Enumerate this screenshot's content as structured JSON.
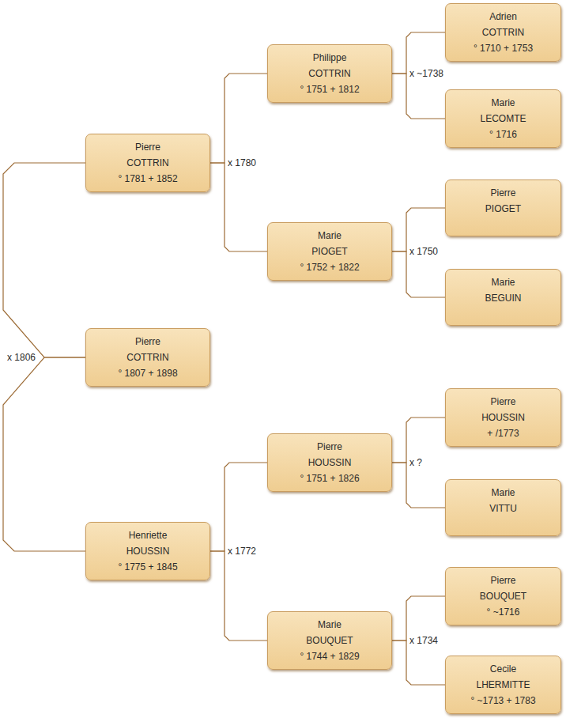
{
  "diagram": {
    "nodes": [
      {
        "text": [
          "Pierre",
          "COTTRIN",
          "° 1781 + 1852"
        ]
      },
      {
        "text": [
          "Philippe",
          "COTTRIN",
          "° 1751 + 1812"
        ]
      },
      {
        "text": [
          "Adrien",
          "COTTRIN",
          "° 1710 + 1753"
        ]
      },
      {
        "text": [
          "Marie",
          "LECOMTE",
          "° 1716"
        ]
      },
      {
        "text": [
          "Marie",
          "PIOGET",
          "° 1752 + 1822"
        ]
      },
      {
        "text": [
          "Pierre",
          "PIOGET"
        ]
      },
      {
        "text": [
          "Marie",
          "BEGUIN"
        ]
      },
      {
        "text": [
          "Pierre",
          "COTTRIN",
          "° 1807 + 1898"
        ]
      },
      {
        "text": [
          "Henriette",
          "HOUSSIN",
          "° 1775 + 1845"
        ]
      },
      {
        "text": [
          "Pierre",
          "HOUSSIN",
          "° 1751 + 1826"
        ]
      },
      {
        "text": [
          "Pierre",
          "HOUSSIN",
          "+ /1773"
        ]
      },
      {
        "text": [
          "Marie",
          "VITTU"
        ]
      },
      {
        "text": [
          "Marie",
          "BOUQUET",
          "° 1744 + 1829"
        ]
      },
      {
        "text": [
          "Pierre",
          "BOUQUET",
          "° ~1716"
        ]
      },
      {
        "text": [
          "Cecile",
          "LHERMITTE",
          "° ~1713 + 1783"
        ]
      }
    ],
    "edges": [
      {
        "from": 7,
        "to": 0,
        "arrow": "none",
        "label": "x 1806"
      },
      {
        "from": 7,
        "to": 8,
        "arrow": "none"
      },
      {
        "from": 0,
        "to": 1,
        "arrow": "none",
        "label": "x 1780"
      },
      {
        "from": 0,
        "to": 4,
        "arrow": "none"
      },
      {
        "from": 1,
        "to": 2,
        "arrow": "none",
        "label": "x ~1738"
      },
      {
        "from": 1,
        "to": 3,
        "arrow": "none"
      },
      {
        "from": 4,
        "to": 5,
        "arrow": "none",
        "label": "x 1750"
      },
      {
        "from": 4,
        "to": 6,
        "arrow": "none"
      },
      {
        "from": 8,
        "to": 9,
        "arrow": "none",
        "label": "x 1772"
      },
      {
        "from": 8,
        "to": 12,
        "arrow": "none"
      },
      {
        "from": 9,
        "to": 10,
        "arrow": "none",
        "label": "x ?"
      },
      {
        "from": 9,
        "to": 11,
        "arrow": "none"
      },
      {
        "from": 12,
        "to": 13,
        "arrow": "none",
        "label": "x 1734"
      },
      {
        "from": 12,
        "to": 14,
        "arrow": "none"
      }
    ]
  }
}
